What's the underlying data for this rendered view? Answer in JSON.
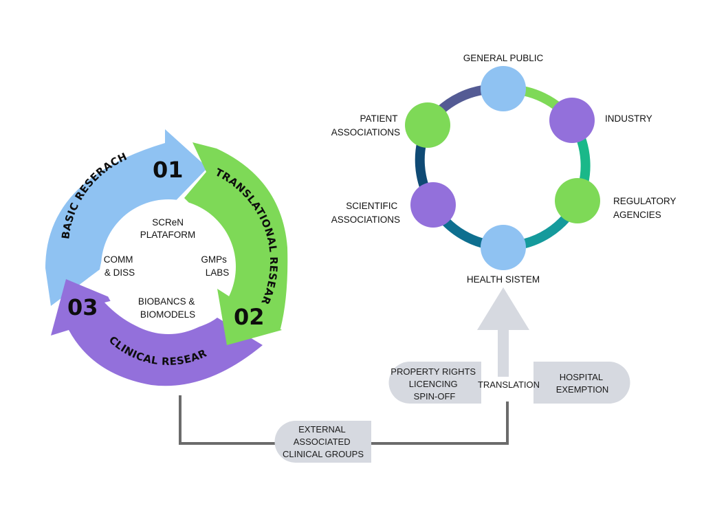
{
  "cycle": {
    "basic_label": "BASIC RESERACH",
    "translational_label": "TRANSLATIONAL RESEARCH",
    "clinical_label": "CLINICAL RESEARCH",
    "num_01": "01",
    "num_02": "02",
    "num_03": "03",
    "center_top": [
      "SCReN",
      "PLATAFORM"
    ],
    "center_left": [
      "COMM",
      "& DISS"
    ],
    "center_right": [
      "GMPs",
      "LABS"
    ],
    "center_bottom": [
      "BIOBANCS &",
      "BIOMODELS"
    ],
    "colors": {
      "basic": "#8fc2f2",
      "translational": "#7ed957",
      "clinical": "#9370db"
    }
  },
  "network": {
    "general_public": "GENERAL PUBLIC",
    "industry": "INDUSTRY",
    "regulatory": [
      "REGULATORY",
      "AGENCIES"
    ],
    "health_system": "HEALTH SISTEM",
    "scientific": [
      "SCIENTIFIC",
      "ASSOCIATIONS"
    ],
    "patient": [
      "PATIENT",
      "ASSOCIATIONS"
    ],
    "colors": {
      "blue": "#8fc2f2",
      "green": "#7ed957",
      "purple": "#9370db"
    }
  },
  "translation_bar": {
    "left": [
      "PROPERTY RIGHTS",
      "LICENCING",
      "SPIN-OFF"
    ],
    "center": "TRANSLATION",
    "right": [
      "HOSPITAL",
      "EXEMPTION"
    ]
  },
  "external": [
    "EXTERNAL",
    "ASSOCIATED",
    "CLINICAL GROUPS"
  ]
}
